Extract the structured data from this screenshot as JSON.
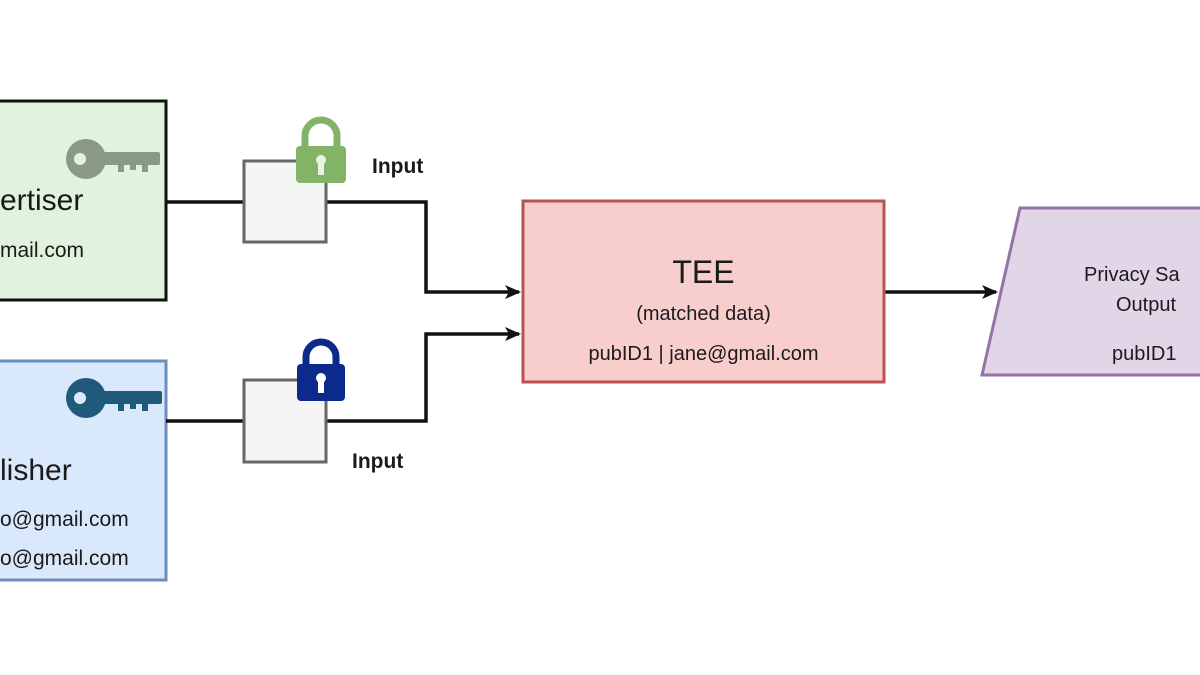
{
  "advertiser": {
    "title": "ertiser",
    "email": "mail.com",
    "fill": "#e1f3dc",
    "border": "#111111",
    "key_color": "#8a9a86"
  },
  "publisher": {
    "title": "lisher",
    "emails": [
      "o@gmail.com",
      "o@gmail.com"
    ],
    "fill": "#dae8fc",
    "border": "#6c8ebf",
    "key_color": "#1f5a7a"
  },
  "inputs": [
    {
      "label": "Input",
      "lock_color": "#82b366"
    },
    {
      "label": "Input",
      "lock_color": "#0b2a8c"
    }
  ],
  "tee": {
    "title": "TEE",
    "subtitle": "(matched data)",
    "record": "pubID1 | jane@gmail.com",
    "fill": "#f8cecc",
    "border": "#b85450"
  },
  "output": {
    "title_line1": "Privacy Sa",
    "title_line2": "Output",
    "value": "pubID1",
    "fill": "#e1d5e7",
    "border": "#9673a6"
  },
  "connector_color": "#111111"
}
